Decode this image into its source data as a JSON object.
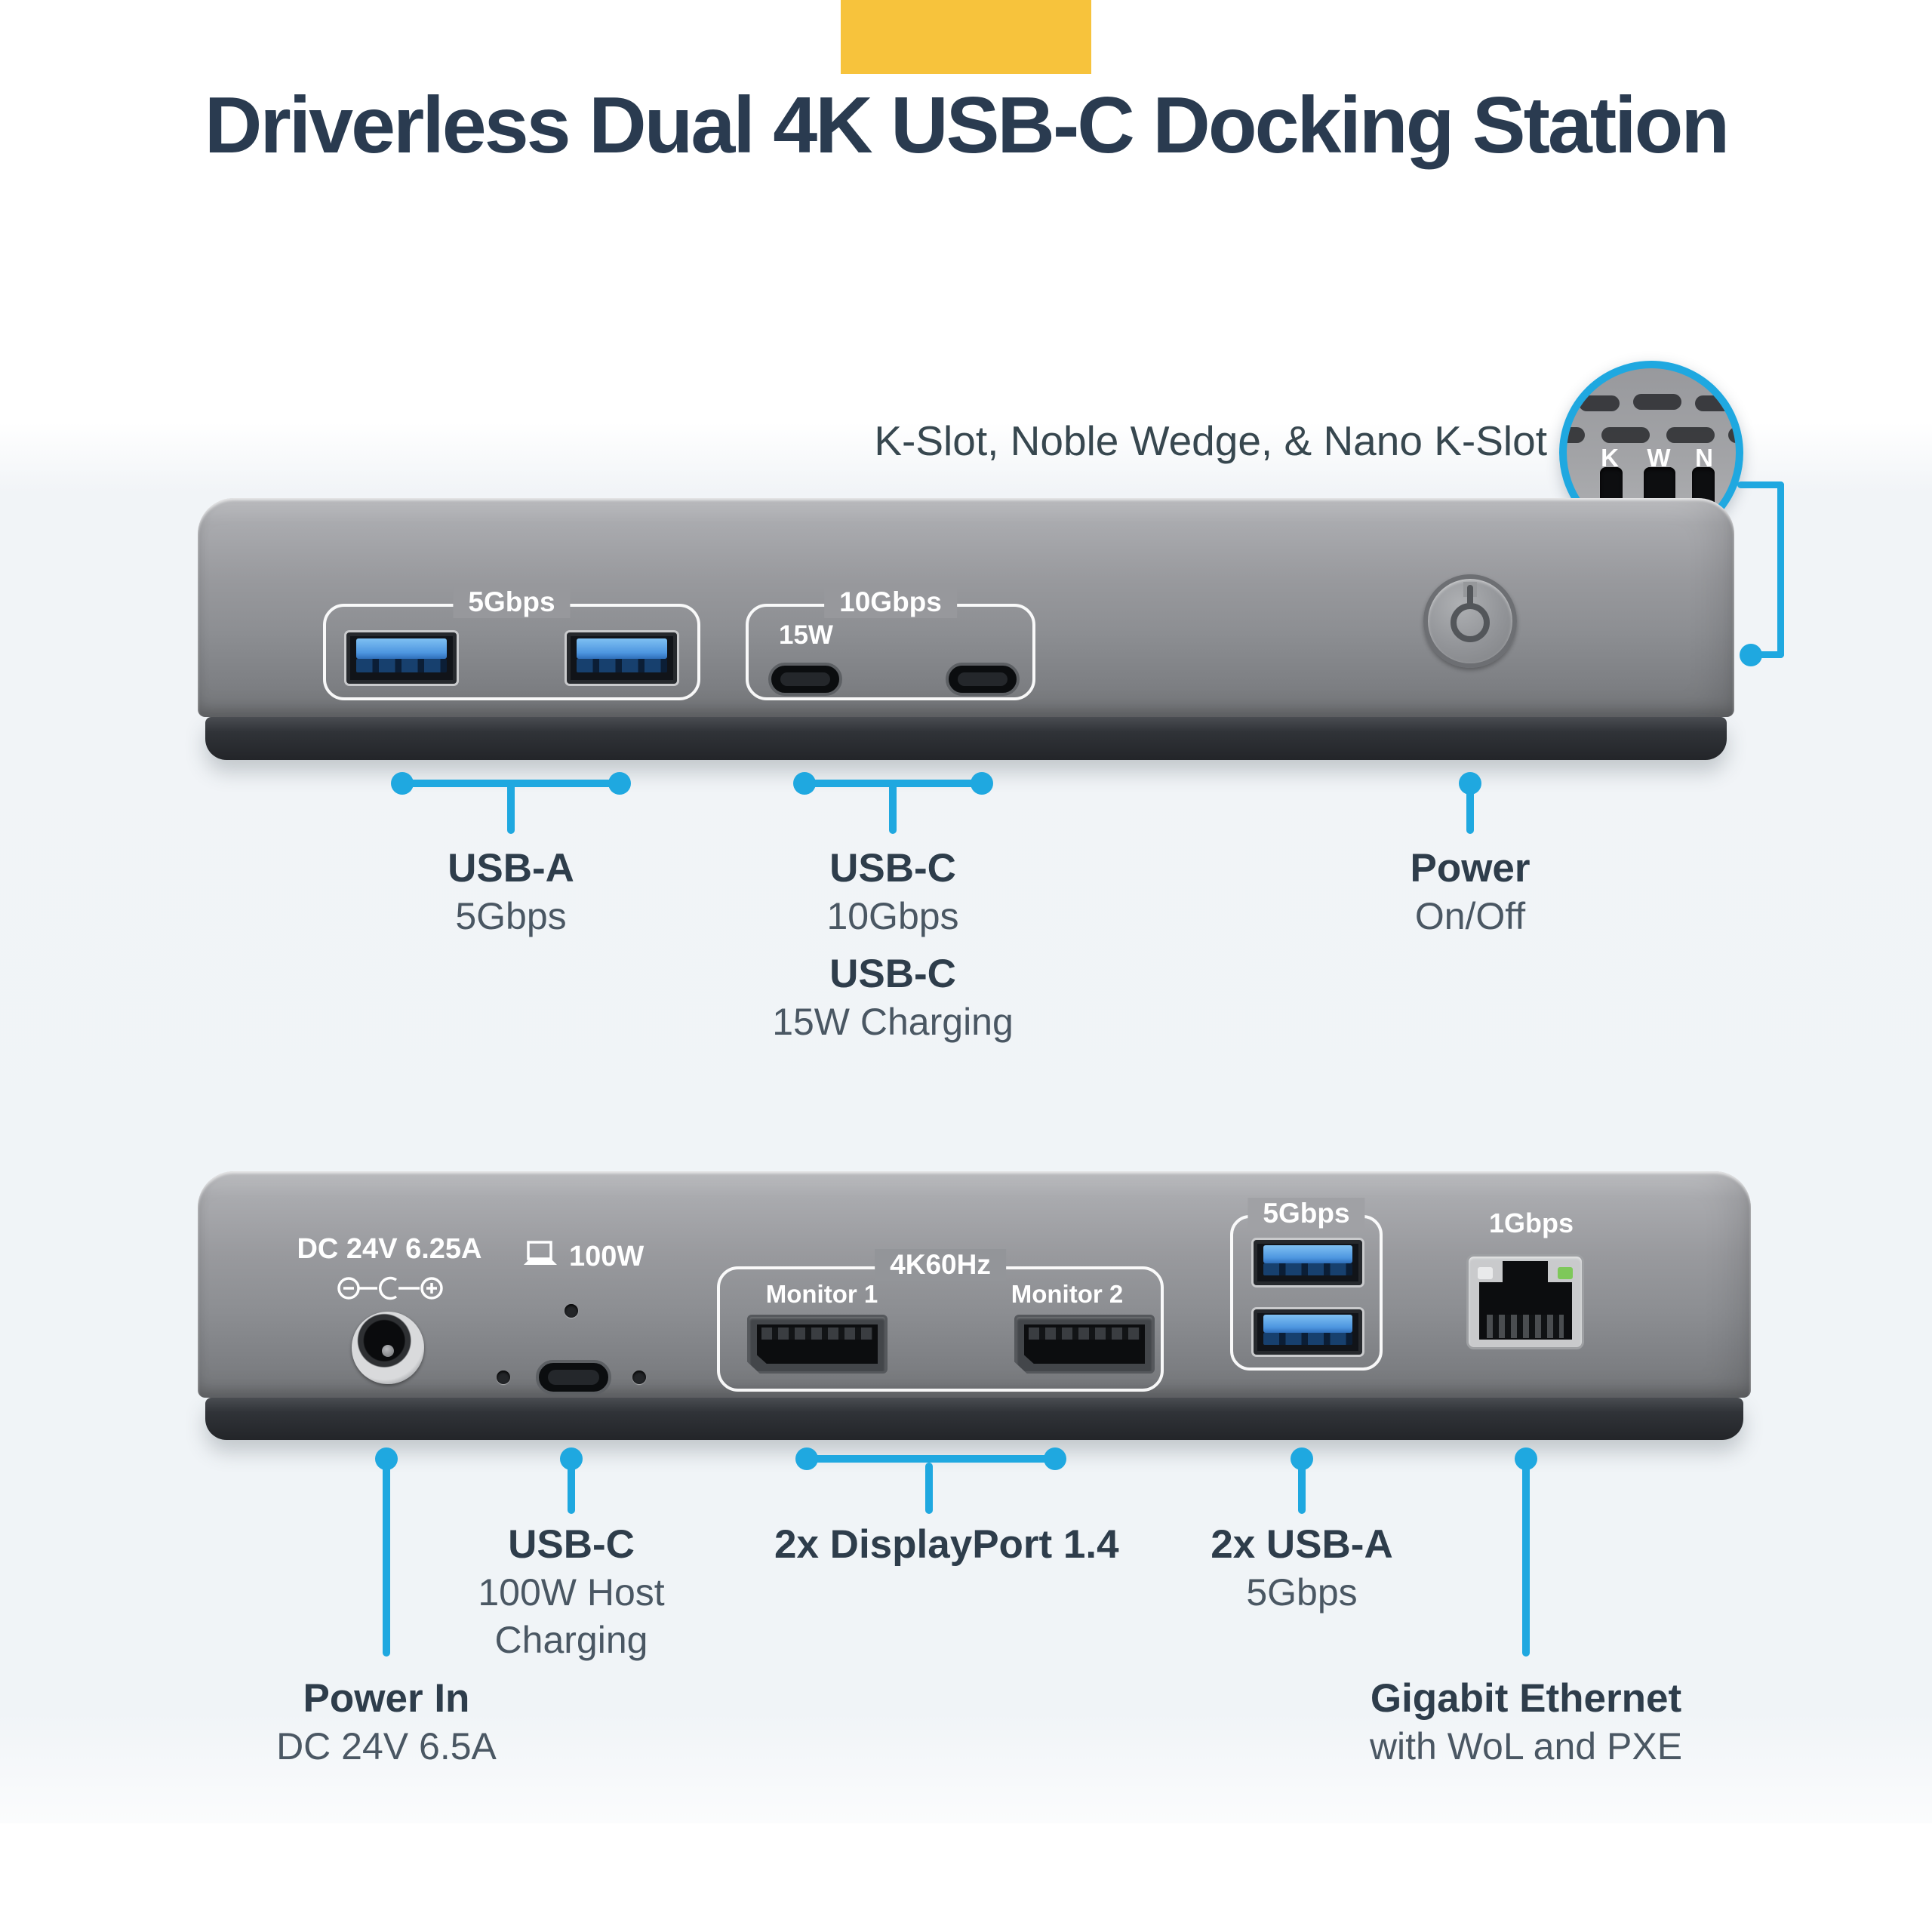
{
  "colors": {
    "accent_yellow": "#F7C33C",
    "callout_blue": "#1FA8E0",
    "title_navy": "#2A3B50",
    "label_dark": "#2E3D4B",
    "label_muted": "#4A5763"
  },
  "header": {
    "title": "Driverless Dual 4K USB-C Docking Station"
  },
  "security": {
    "label": "K-Slot, Noble Wedge, & Nano K-Slot",
    "slot_letters": [
      "K",
      "W",
      "N"
    ]
  },
  "front_dock": {
    "usb_a_group_badge": "5Gbps",
    "usb_c_group_badge": "10Gbps",
    "usb_c_charge_badge": "15W"
  },
  "front_callouts": {
    "usb_a": {
      "title": "USB-A",
      "subtitle": "5Gbps"
    },
    "usb_c": {
      "title": "USB-C",
      "subtitle": "10Gbps"
    },
    "usb_c_charge": {
      "title": "USB-C",
      "subtitle": "15W Charging"
    },
    "power": {
      "title": "Power",
      "subtitle": "On/Off"
    }
  },
  "back_dock": {
    "dc_input_label": "DC 24V 6.25A",
    "host_power_label": "100W",
    "dp_group_badge": "4K60Hz",
    "dp_port_1": "Monitor 1",
    "dp_port_2": "Monitor 2",
    "usb_a_group_badge": "5Gbps",
    "ethernet_badge": "1Gbps"
  },
  "back_callouts": {
    "usb_c": {
      "title": "USB-C",
      "subtitle_line1": "100W Host",
      "subtitle_line2": "Charging"
    },
    "displayport": {
      "title": "2x DisplayPort 1.4"
    },
    "usb_a": {
      "title": "2x USB-A",
      "subtitle": "5Gbps"
    },
    "power_in": {
      "title": "Power In",
      "subtitle": "DC 24V 6.5A"
    },
    "ethernet": {
      "title": "Gigabit Ethernet",
      "subtitle": "with WoL and PXE"
    }
  }
}
